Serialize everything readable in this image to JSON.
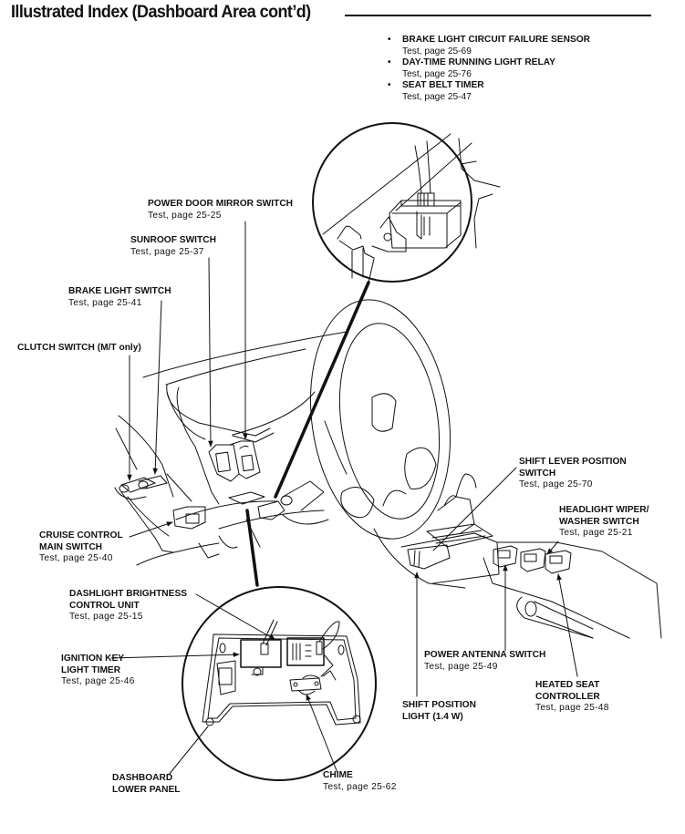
{
  "header": {
    "title": "Illustrated Index (Dashboard Area cont’d)"
  },
  "inset_top": {
    "items": [
      {
        "name": "BRAKE LIGHT CIRCUIT FAILURE SENSOR",
        "test": "Test, page 25-69"
      },
      {
        "name": "DAY-TIME RUNNING LIGHT RELAY",
        "test": "Test, page 25-76"
      },
      {
        "name": "SEAT BELT TIMER",
        "test": "Test, page 25-47"
      }
    ],
    "bullet": "•"
  },
  "labels": {
    "power_door_mirror": {
      "name": "POWER DOOR MIRROR SWITCH",
      "test": "Test, page 25-25"
    },
    "sunroof": {
      "name": "SUNROOF SWITCH",
      "test": "Test, page 25-37"
    },
    "brake_light": {
      "name": "BRAKE LIGHT SWITCH",
      "test": "Test, page 25-41"
    },
    "clutch": {
      "name": "CLUTCH SWITCH (M/T only)"
    },
    "cruise_control": {
      "name1": "CRUISE CONTROL",
      "name2": "MAIN SWITCH",
      "test": "Test, page 25-40"
    },
    "dashlight": {
      "name1": "DASHLIGHT BRIGHTNESS",
      "name2": "CONTROL UNIT",
      "test": "Test, page 25-15"
    },
    "ignition_key": {
      "name1": "IGNITION KEY",
      "name2": "LIGHT TIMER",
      "test": "Test, page 25-46"
    },
    "dashboard_lower": {
      "name1": "DASHBOARD",
      "name2": "LOWER PANEL"
    },
    "chime": {
      "name": "CHIME",
      "test": "Test, page 25-62"
    },
    "shift_lever": {
      "name1": "SHIFT LEVER POSITION",
      "name2": "SWITCH",
      "test": "Test, page 25-70"
    },
    "headlight_wiper": {
      "name1": "HEADLIGHT WIPER/",
      "name2": "WASHER SWITCH",
      "test": "Test, page 25-21"
    },
    "power_antenna": {
      "name": "POWER ANTENNA SWITCH",
      "test": "Test, page 25-49"
    },
    "heated_seat": {
      "name1": "HEATED SEAT",
      "name2": "CONTROLLER",
      "test": "Test, page 25-48"
    },
    "shift_position": {
      "name1": "SHIFT POSITION",
      "name2": "LIGHT (1.4 W)"
    }
  }
}
